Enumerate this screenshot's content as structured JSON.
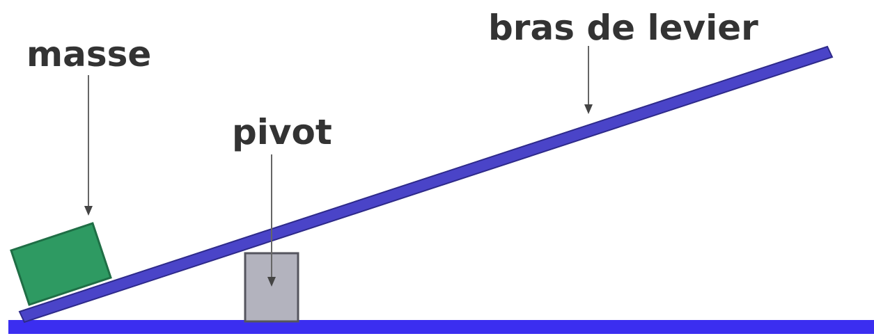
{
  "labels": {
    "mass": "masse",
    "pivot": "pivot",
    "lever_arm": "bras de levier"
  },
  "colors": {
    "ground": "#3b2ef0",
    "lever": "#4a44c8",
    "lever_edge": "#2e2a8a",
    "mass_fill": "#2e9a62",
    "mass_edge": "#1f6e45",
    "pivot_fill": "#b3b3be",
    "pivot_edge": "#55555e",
    "text": "#333333",
    "arrow": "#666666"
  }
}
